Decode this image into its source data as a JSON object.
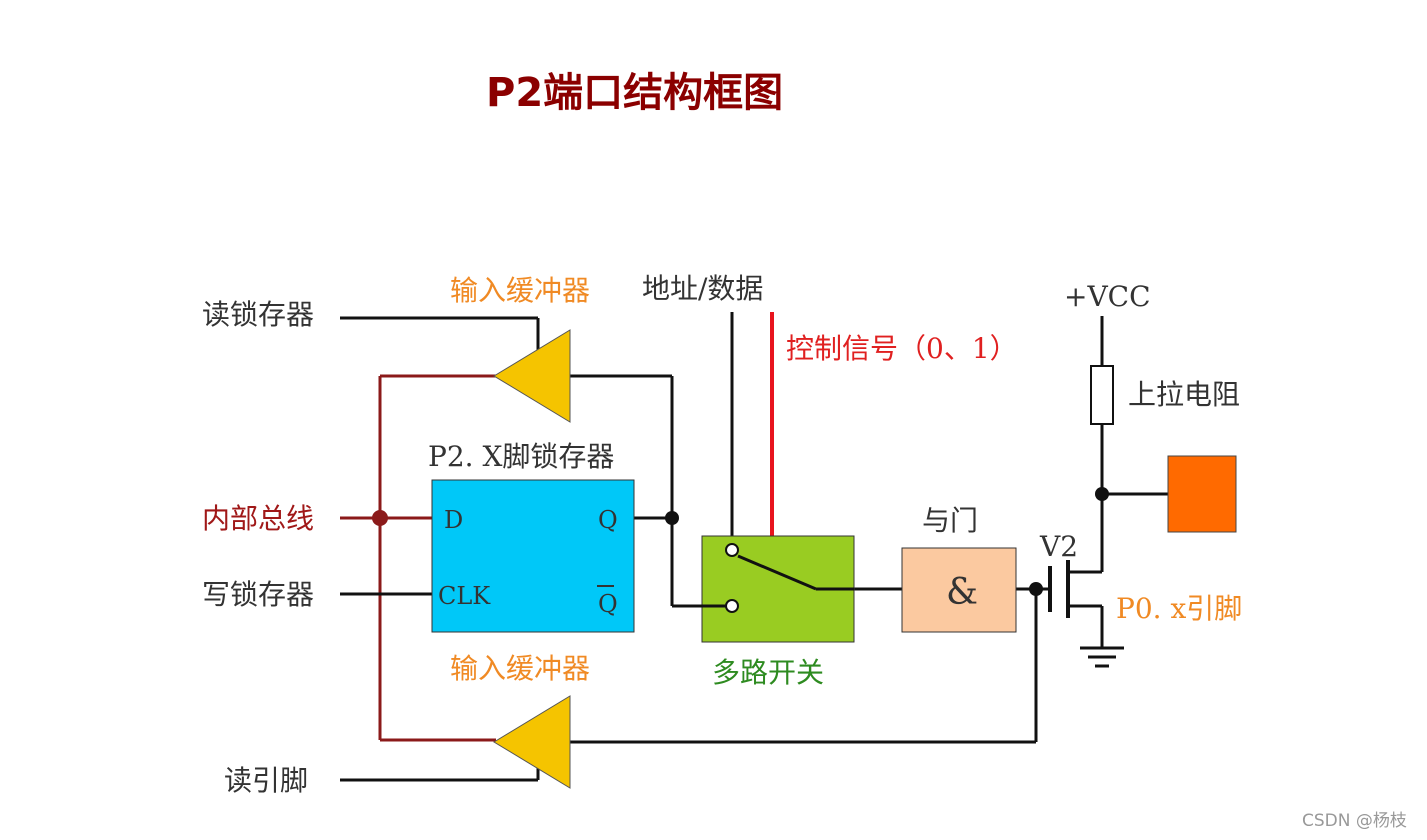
{
  "title": "P2端口结构框图",
  "labels": {
    "read_latch": "读锁存器",
    "internal_bus": "内部总线",
    "write_latch": "写锁存器",
    "read_pin": "读引脚",
    "input_buffer_top": "输入缓冲器",
    "input_buffer_bottom": "输入缓冲器",
    "latch": "P2. X脚锁存器",
    "address_data": "地址/数据",
    "control_signal": "控制信号（0、1）",
    "mux": "多路开关",
    "and_gate": "与门",
    "and_symbol": "&",
    "v2": "V2",
    "vcc": "+VCC",
    "pullup": "上拉电阻",
    "pin_out": "P0. x引脚"
  },
  "latch_pins": {
    "d": "D",
    "clk": "CLK",
    "q": "Q",
    "qbar": "Q"
  },
  "watermark": "CSDN @杨枝",
  "colors": {
    "title": "#8b0000",
    "wire": "#111111",
    "bus_wire": "#8b1a1a",
    "control_wire": "#e8141e",
    "buffer": "#f5c400",
    "latch_box": "#00c8f8",
    "mux_box": "#99cc22",
    "and_box": "#fbc9a0",
    "pin_square": "#ff6a00"
  }
}
